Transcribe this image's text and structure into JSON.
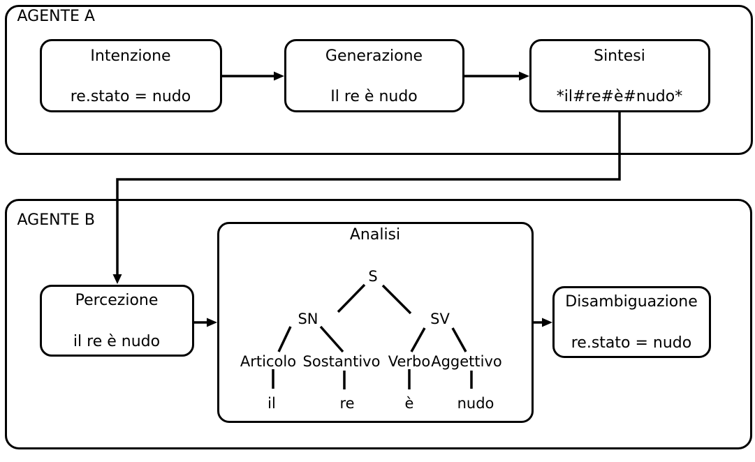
{
  "agent_a": {
    "label": "AGENTE A",
    "intenzione": {
      "title": "Intenzione",
      "content": "re.stato = nudo"
    },
    "generazione": {
      "title": "Generazione",
      "content": "Il re è nudo"
    },
    "sintesi": {
      "title": "Sintesi",
      "content": "*il#re#è#nudo*"
    }
  },
  "agent_b": {
    "label": "AGENTE B",
    "percezione": {
      "title": "Percezione",
      "content": "il re è nudo"
    },
    "analisi": {
      "title": "Analisi",
      "tree": {
        "s": "S",
        "sn": "SN",
        "sv": "SV",
        "articolo": "Articolo",
        "sostantivo": "Sostantivo",
        "verbo": "Verbo",
        "aggettivo": "Aggettivo",
        "leaf_il": "il",
        "leaf_re": "re",
        "leaf_e": "è",
        "leaf_nudo": "nudo"
      }
    },
    "disambiguazione": {
      "title": "Disambiguazione",
      "content": "re.stato = nudo"
    }
  },
  "colors": {
    "line": "#000000",
    "background": "#ffffff"
  }
}
